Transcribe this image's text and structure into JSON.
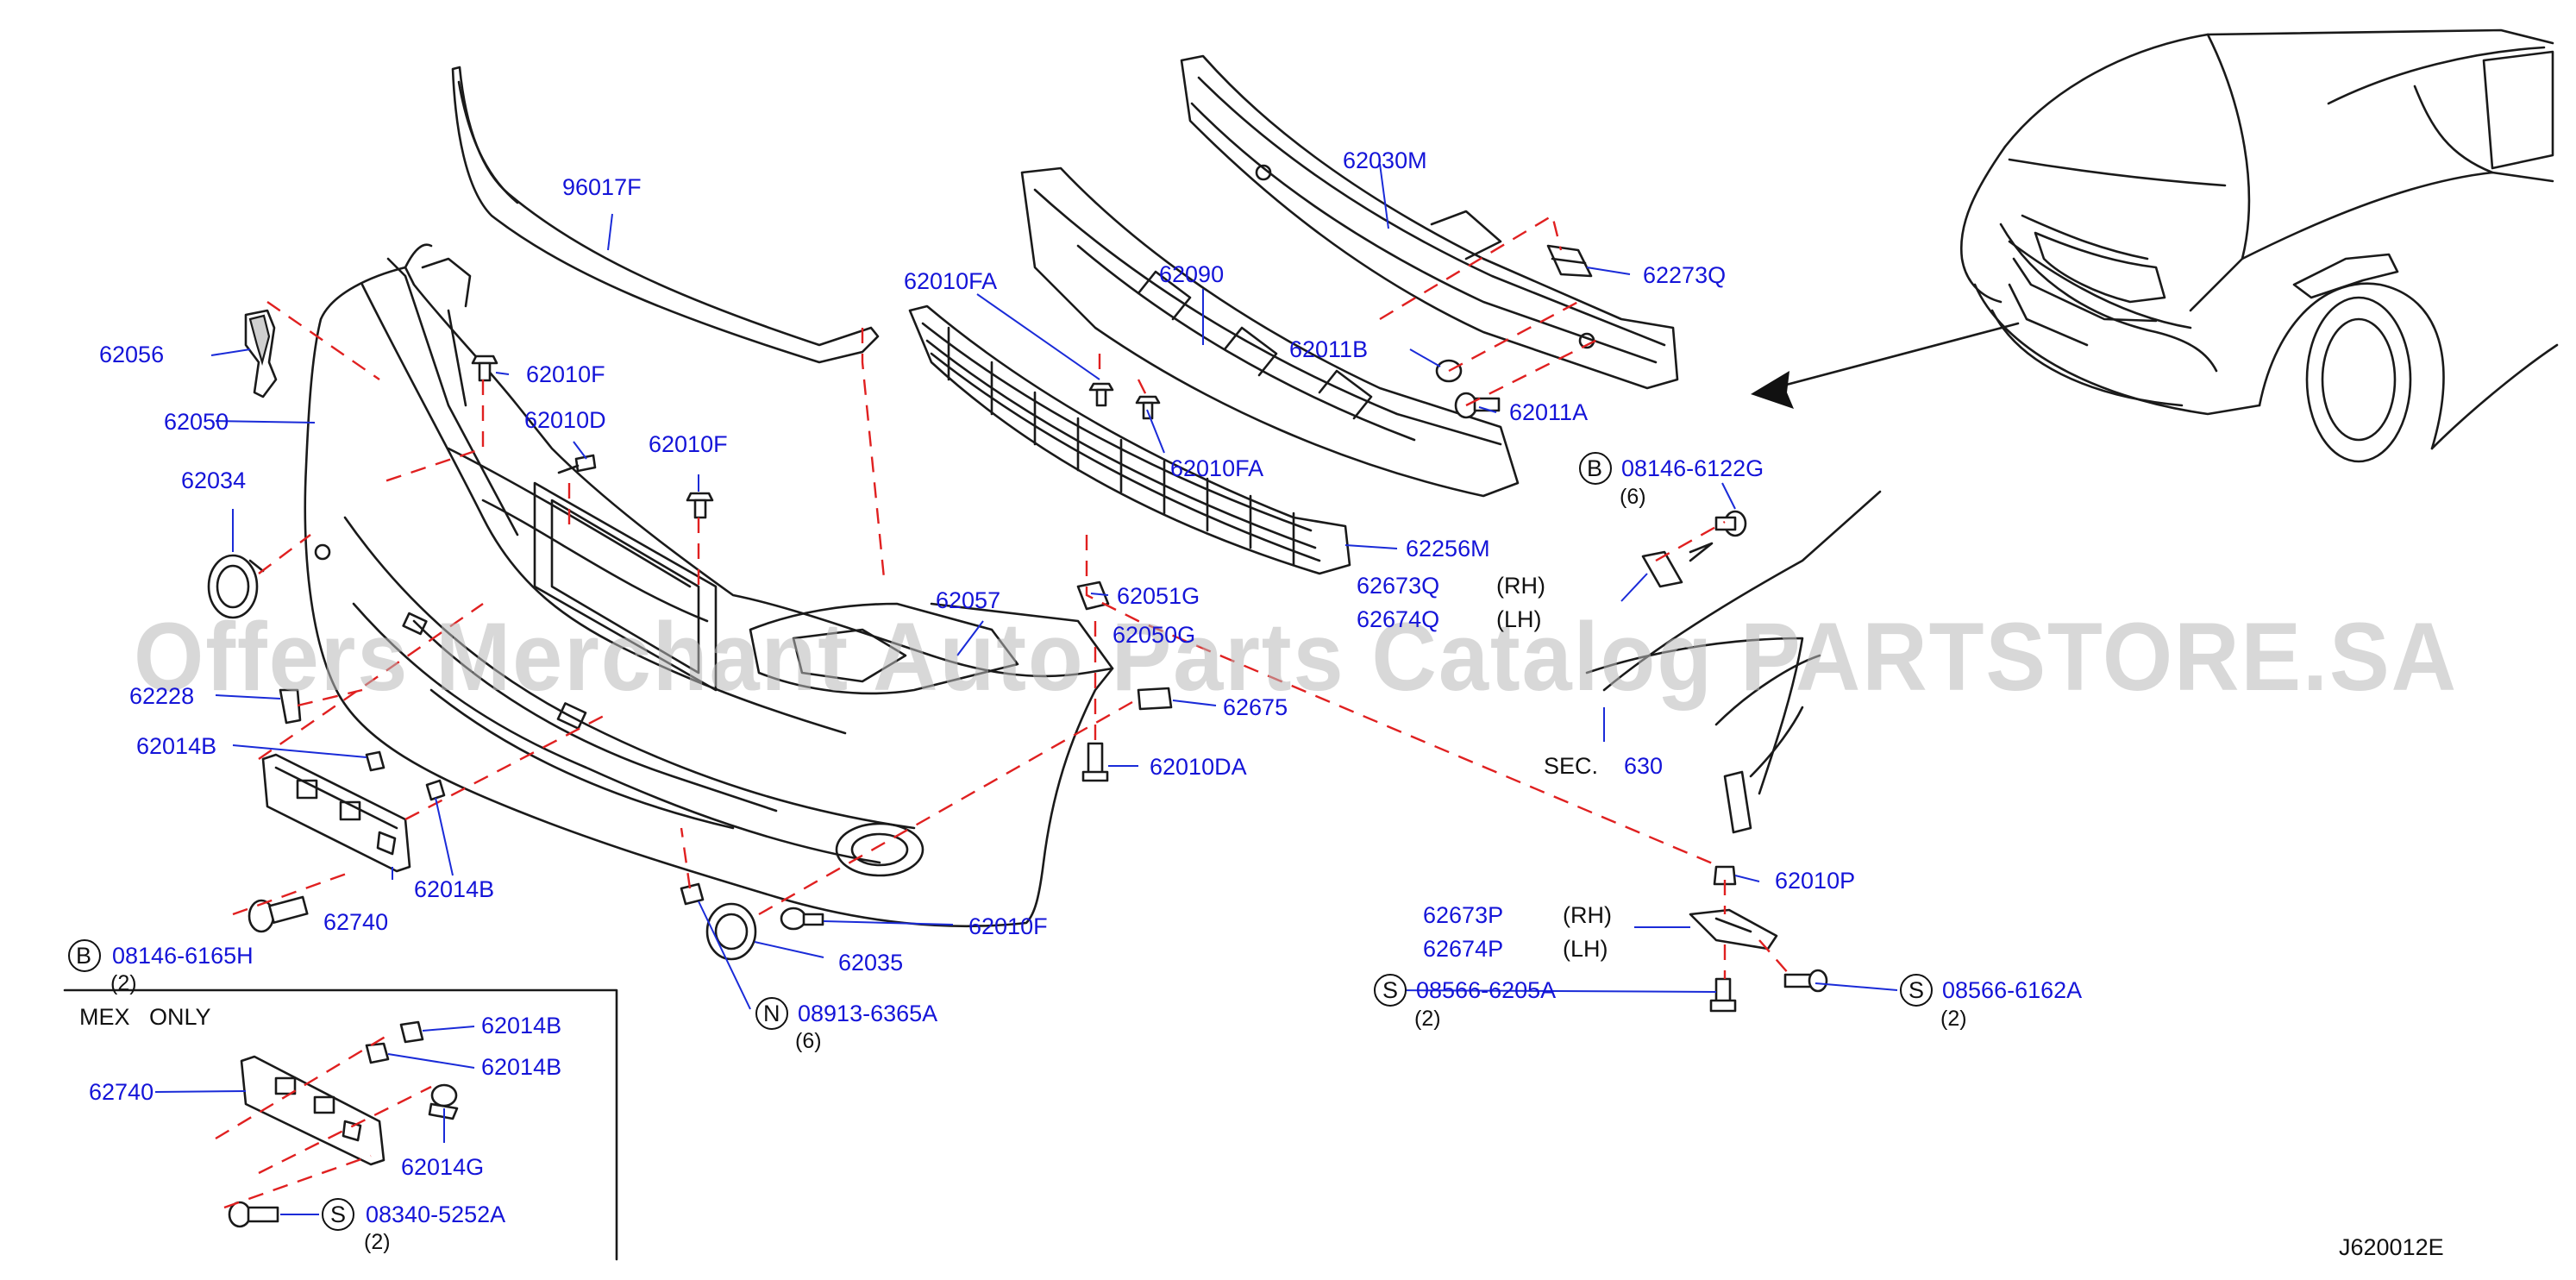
{
  "diagram_code": "J620012E",
  "watermark": "Offers Merchant Auto Parts Catalog PARTSTORE.SA",
  "section_ref": {
    "prefix": "SEC.",
    "number": "630"
  },
  "region_note": "MEX   ONLY",
  "colors": {
    "part_number": "#1414d8",
    "dashed_guide": "#e02020",
    "text": "#111111",
    "watermark": "#b9b9b9"
  },
  "parts": [
    {
      "id": "p96017F",
      "label": "96017F"
    },
    {
      "id": "p62056",
      "label": "62056"
    },
    {
      "id": "p62010F_a",
      "label": "62010F"
    },
    {
      "id": "p62050",
      "label": "62050"
    },
    {
      "id": "p62010D",
      "label": "62010D"
    },
    {
      "id": "p62010F_b",
      "label": "62010F"
    },
    {
      "id": "p62034",
      "label": "62034"
    },
    {
      "id": "p62057",
      "label": "62057"
    },
    {
      "id": "p62228",
      "label": "62228"
    },
    {
      "id": "p62014B_a",
      "label": "62014B"
    },
    {
      "id": "p62014B_b",
      "label": "62014B"
    },
    {
      "id": "p62740_a",
      "label": "62740"
    },
    {
      "id": "p62010F_c",
      "label": "62010F"
    },
    {
      "id": "p62035",
      "label": "62035"
    },
    {
      "id": "p62010FA_a",
      "label": "62010FA"
    },
    {
      "id": "p62090",
      "label": "62090"
    },
    {
      "id": "p62010FA_b",
      "label": "62010FA"
    },
    {
      "id": "p62030M",
      "label": "62030M"
    },
    {
      "id": "p62273Q",
      "label": "62273Q"
    },
    {
      "id": "p62011B",
      "label": "62011B"
    },
    {
      "id": "p62011A",
      "label": "62011A"
    },
    {
      "id": "p62256M",
      "label": "62256M"
    },
    {
      "id": "p62051G",
      "label": "62051G"
    },
    {
      "id": "p62050G",
      "label": "62050G"
    },
    {
      "id": "p62675",
      "label": "62675"
    },
    {
      "id": "p62010DA",
      "label": "62010DA"
    },
    {
      "id": "p62010P",
      "label": "62010P"
    },
    {
      "id": "p62014B_c",
      "label": "62014B"
    },
    {
      "id": "p62014B_d",
      "label": "62014B"
    },
    {
      "id": "p62740_b",
      "label": "62740"
    },
    {
      "id": "p62014G",
      "label": "62014G"
    }
  ],
  "side_parts": [
    {
      "id": "s62673Q",
      "label": "62673Q",
      "side": "(RH)"
    },
    {
      "id": "s62674Q",
      "label": "62674Q",
      "side": "(LH)"
    },
    {
      "id": "s62673P",
      "label": "62673P",
      "side": "(RH)"
    },
    {
      "id": "s62674P",
      "label": "62674P",
      "side": "(LH)"
    }
  ],
  "fasteners": [
    {
      "id": "f08146_6122G",
      "code": "B",
      "label": "08146-6122G",
      "qty": "(6)"
    },
    {
      "id": "f08146_6165H",
      "code": "B",
      "label": "08146-6165H",
      "qty": "(2)"
    },
    {
      "id": "f08913_6365A",
      "code": "N",
      "label": "08913-6365A",
      "qty": "(6)"
    },
    {
      "id": "f08566_6205A",
      "code": "S",
      "label": "08566-6205A",
      "qty": "(2)"
    },
    {
      "id": "f08566_6162A",
      "code": "S",
      "label": "08566-6162A",
      "qty": "(2)"
    },
    {
      "id": "f08340_5252A",
      "code": "S",
      "label": "08340-5252A",
      "qty": "(2)"
    }
  ]
}
